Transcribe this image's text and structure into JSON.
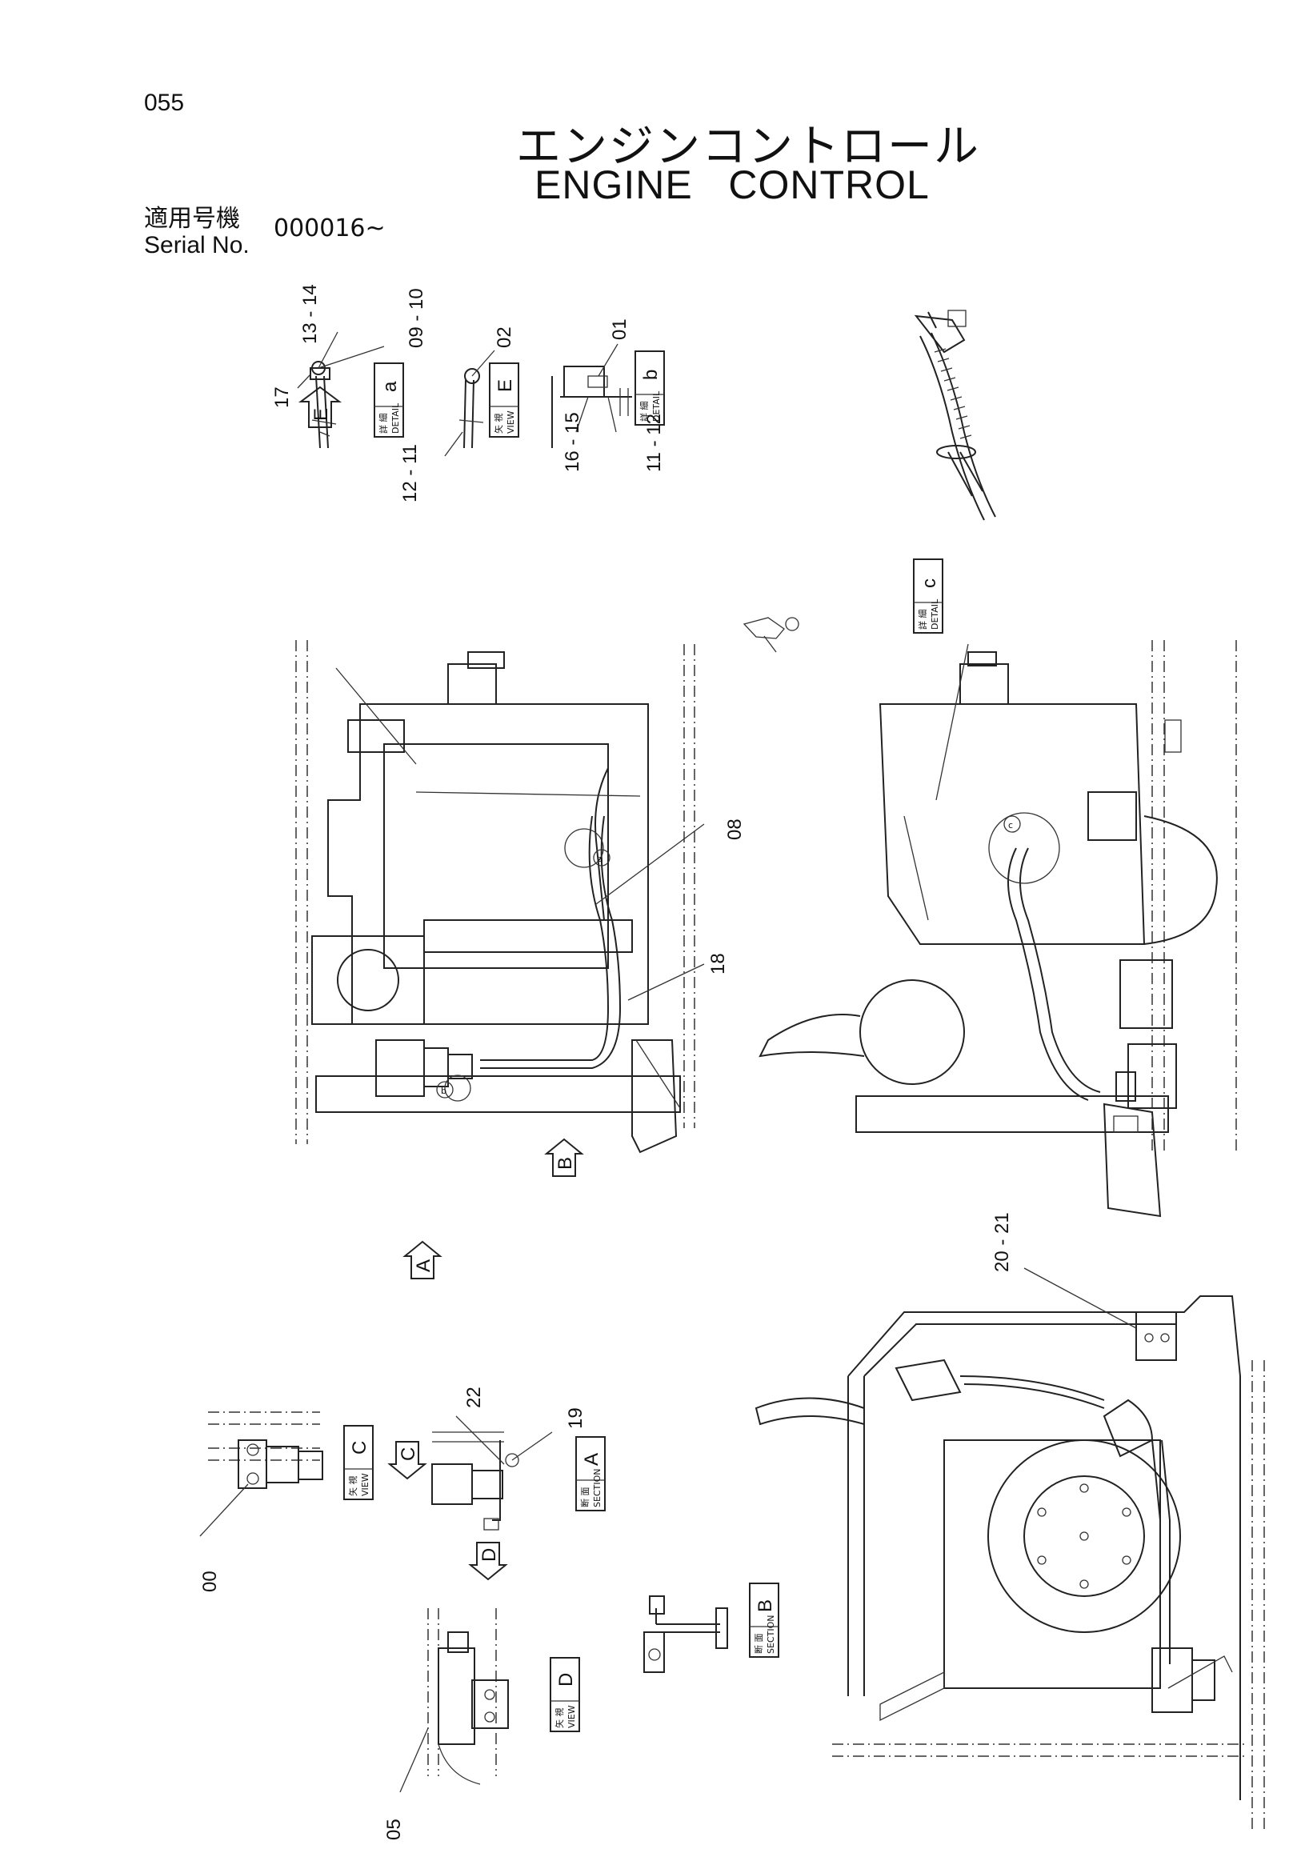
{
  "page_number": "055",
  "title": {
    "japanese": "エンジンコントロール",
    "english": "ENGINE   CONTROL"
  },
  "serial": {
    "label_jp": "適用号機",
    "label_en": "Serial No.",
    "value": "000016~"
  },
  "part_callouts": [
    {
      "id": "p13-14",
      "text": "13 - 14"
    },
    {
      "id": "p09-10",
      "text": "09 - 10"
    },
    {
      "id": "p17",
      "text": "17"
    },
    {
      "id": "p12-11",
      "text": "12 - 11"
    },
    {
      "id": "p02",
      "text": "02"
    },
    {
      "id": "p01",
      "text": "01"
    },
    {
      "id": "p16-15",
      "text": "16 - 15"
    },
    {
      "id": "p11-12",
      "text": "11 - 12"
    },
    {
      "id": "p08",
      "text": "08"
    },
    {
      "id": "p18",
      "text": "18"
    },
    {
      "id": "p20-21",
      "text": "20 - 21"
    },
    {
      "id": "p22",
      "text": "22"
    },
    {
      "id": "p19",
      "text": "19"
    },
    {
      "id": "p00",
      "text": "00"
    },
    {
      "id": "p05",
      "text": "05"
    }
  ],
  "view_tags": [
    {
      "id": "detail-a",
      "jp": "詳 細",
      "en": "DETAIL",
      "letter": "a"
    },
    {
      "id": "view-e",
      "jp": "矢 視",
      "en": "VIEW",
      "letter": "E"
    },
    {
      "id": "detail-b",
      "jp": "詳 細",
      "en": "DETAIL",
      "letter": "b"
    },
    {
      "id": "detail-c",
      "jp": "詳 細",
      "en": "DETAIL",
      "letter": "c"
    },
    {
      "id": "view-c",
      "jp": "矢 視",
      "en": "VIEW",
      "letter": "C"
    },
    {
      "id": "section-a",
      "jp": "断 面",
      "en": "SECTION",
      "letter": "A"
    },
    {
      "id": "section-b",
      "jp": "断 面",
      "en": "SECTION",
      "letter": "B"
    },
    {
      "id": "view-d",
      "jp": "矢 視",
      "en": "VIEW",
      "letter": "D"
    }
  ],
  "view_arrows": [
    {
      "id": "arrow-e",
      "letter": "E"
    },
    {
      "id": "arrow-b",
      "letter": "B"
    },
    {
      "id": "arrow-a",
      "letter": "A"
    },
    {
      "id": "arrow-c",
      "letter": "C"
    },
    {
      "id": "arrow-d",
      "letter": "D"
    }
  ],
  "detail_markers": [
    {
      "id": "marker-a",
      "letter": "a"
    },
    {
      "id": "marker-b",
      "letter": "b"
    },
    {
      "id": "marker-c",
      "letter": "c"
    }
  ]
}
